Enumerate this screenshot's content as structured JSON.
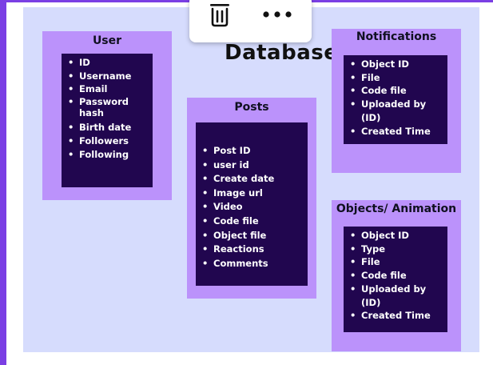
{
  "diagram": {
    "title": "Database",
    "tables": [
      {
        "name": "User",
        "fields": [
          "ID",
          "Username",
          "Email",
          "Password hash",
          "Birth date",
          "Followers",
          "Following"
        ]
      },
      {
        "name": "Posts",
        "fields": [
          "Post ID",
          "user id",
          "Create date",
          "Image url",
          "Video",
          "Code file",
          "Object file",
          "Reactions",
          "Comments"
        ]
      },
      {
        "name": "Notifications",
        "fields": [
          "Object ID",
          "File",
          "Code file",
          "Uploaded by (ID)",
          "Created Time"
        ]
      },
      {
        "name": "Objects/ Animation",
        "fields": [
          "Object ID",
          "Type",
          "File",
          "Code file",
          "Uploaded by (ID)",
          "Created Time"
        ]
      }
    ]
  },
  "toolbar": {
    "icons": [
      "trash-icon",
      "more-icon"
    ]
  },
  "colors": {
    "canvas": "#d6dcfd",
    "card": "#bb92fb",
    "card_inner": "#21064f",
    "frame": "#7b3fe4"
  }
}
